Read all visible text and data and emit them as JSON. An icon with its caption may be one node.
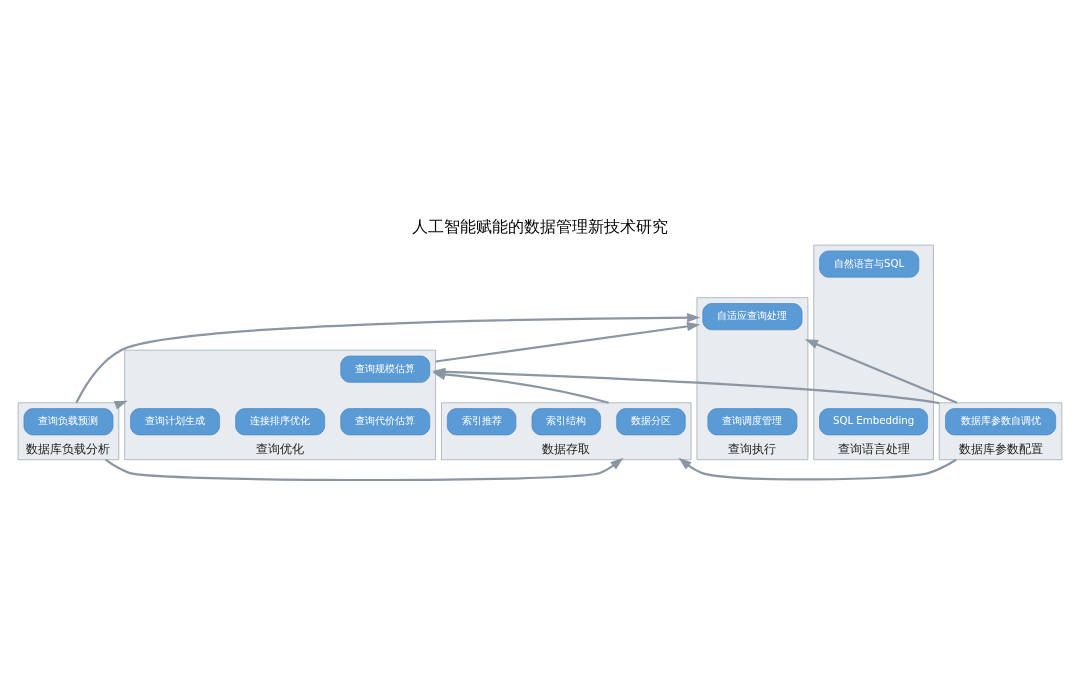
{
  "diagram": {
    "title": "人工智能赋能的数据管理新技术研究",
    "nodes": [
      {
        "text": [
          "数据库负载分析"
        ]
      },
      {
        "text": [
          "查询负载预测"
        ],
        "in": 0
      },
      {
        "text": [
          "查询语言处理"
        ]
      },
      {
        "text": [
          "自然语言与SQL"
        ],
        "in": 2
      },
      {
        "text": [
          "SQL Embedding"
        ],
        "in": 2
      },
      {
        "text": [
          "查询执行"
        ]
      },
      {
        "text": [
          "自适应查询处理"
        ],
        "in": 5
      },
      {
        "text": [
          "查询调度管理"
        ],
        "in": 5
      },
      {
        "text": [
          "查询优化"
        ]
      },
      {
        "text": [
          "查询规模估算"
        ],
        "in": 8
      },
      {
        "text": [
          "查询代价估算"
        ],
        "in": 8
      },
      {
        "text": [
          "连接排序优化"
        ],
        "in": 8
      },
      {
        "text": [
          "查询计划生成"
        ],
        "in": 8
      },
      {
        "text": [
          "数据存取"
        ]
      },
      {
        "text": [
          "数据分区"
        ],
        "in": 13
      },
      {
        "text": [
          "索引结构"
        ],
        "in": 13
      },
      {
        "text": [
          "索引推荐"
        ],
        "in": 13
      },
      {
        "text": [
          "数据库参数配置"
        ]
      },
      {
        "text": [
          "数据库参数自调优"
        ],
        "in": 17
      }
    ],
    "edges": [
      {
        "from": 0,
        "to": 5,
        "arrow": "to"
      },
      {
        "from": 0,
        "to": 8,
        "arrow": "to"
      },
      {
        "from": 0,
        "to": 13,
        "arrow": "to"
      },
      {
        "from": 17,
        "to": 5,
        "arrow": "to"
      },
      {
        "from": 17,
        "to": 8,
        "arrow": "to"
      },
      {
        "from": 17,
        "to": 13,
        "arrow": "to"
      },
      {
        "from": 13,
        "to": 8,
        "arrow": "to"
      },
      {
        "from": 8,
        "to": 5,
        "arrow": "to"
      }
    ]
  }
}
